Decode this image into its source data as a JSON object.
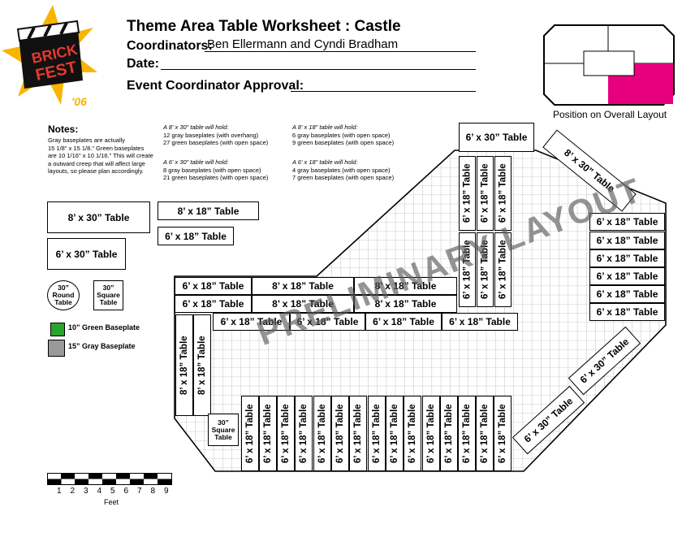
{
  "header": {
    "title": "Theme Area Table Worksheet : Castle",
    "coordinators_label": "Coordinators:",
    "coordinators_value": "Ben Ellermann and Cyndi Bradham",
    "date_label": "Date:",
    "approval_label": "Event Coordinator Approval:"
  },
  "logo": {
    "line1": "BRICK",
    "line2": "FEST",
    "year": "'06"
  },
  "overview": {
    "caption": "Position on Overall Layout",
    "highlight_color": "#e6007e"
  },
  "notes": {
    "heading": "Notes:",
    "text": [
      "Gray baseplates are actually",
      "15 1/8\" x 15 1/8.\" Green baseplates",
      "are 10 1/16\" x 10 1/16.\" This will create",
      "a outward creep that will affect large",
      "layouts, so please plan accordingly."
    ]
  },
  "capacity": {
    "a830": {
      "head": "A 8' x 30\" table will hold:",
      "l1": "12 gray baseplates (with overhang)",
      "l2": "27 green baseplates (with open space)"
    },
    "a630": {
      "head": "A 6' x 30\" table will hold:",
      "l1": "8 gray baseplates (with open space)",
      "l2": "21 green baseplates (with open space)"
    },
    "a818": {
      "head": "A 8' x 18\" table will hold:",
      "l1": "6 gray baseplates (with open space)",
      "l2": "9 green baseplates (with open space)"
    },
    "a618": {
      "head": "A 6' x 18\" table will hold:",
      "l1": "4 gray baseplates (with open space)",
      "l2": "7 green baseplates (with open space)"
    }
  },
  "legend_tables": {
    "t830": "8’ x 30” Table",
    "t818": "8’ x 18” Table",
    "t618": "6’ x 18” Table",
    "t630": "6’ x 30” Table",
    "round": "30” Round Table",
    "square": "30” Square Table"
  },
  "baseplates": {
    "green_label": "10” Green Baseplate",
    "green_color": "#2aa52a",
    "gray_label": "15” Gray Baseplate",
    "gray_color": "#999999"
  },
  "layout": {
    "t630_label": "6’ x 30” Table",
    "t618_label": "6’ x 18” Table",
    "t818_label": "8’ x 18” Table",
    "t830_label": "8’ x 30” Table",
    "square_label": "30” Square Table"
  },
  "watermark": "PRELIMINARY LAYOUT",
  "scale": {
    "numbers": [
      "1",
      "2",
      "3",
      "4",
      "5",
      "6",
      "7",
      "8",
      "9"
    ],
    "unit": "Feet"
  }
}
